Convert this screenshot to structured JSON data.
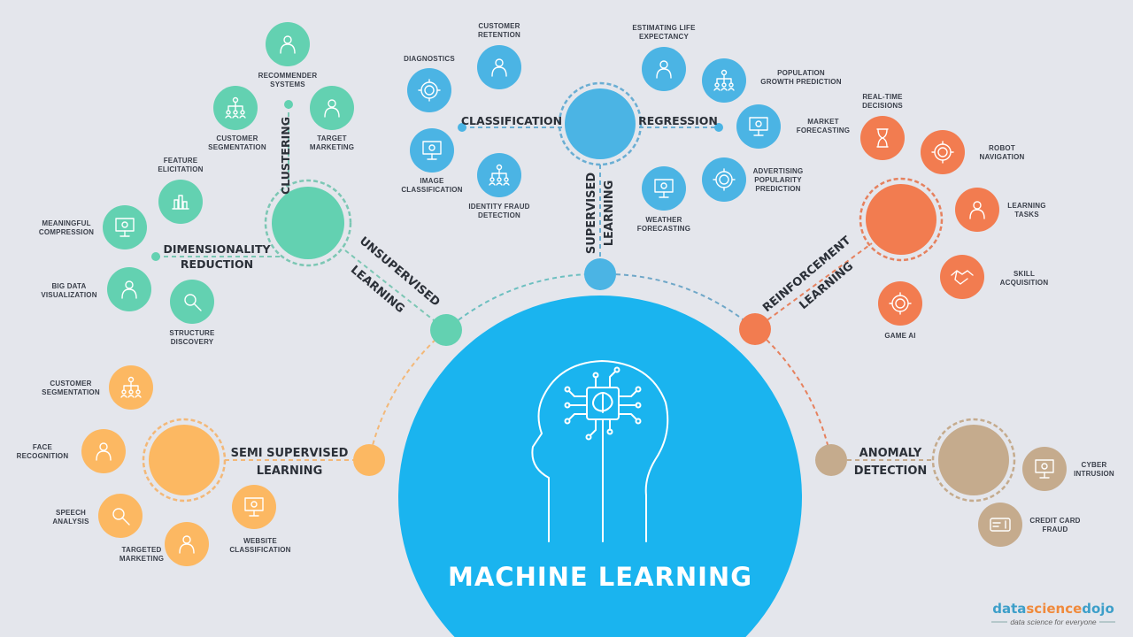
{
  "title": "MACHINE LEARNING",
  "colors": {
    "background": "#e4e6ec",
    "core": "#1ab4ef",
    "unsupervised": "#63d1b1",
    "supervised": "#4bb4e4",
    "reinforcement": "#f27c50",
    "semi": "#fcb862",
    "anomaly": "#c5ab8d",
    "text": "#2b3038"
  },
  "branches": {
    "unsupervised": {
      "title": [
        "UNSUPERVISED",
        "LEARNING"
      ],
      "subs": {
        "clustering": "CLUSTERING",
        "dimensionality": [
          "DIMENSIONALITY",
          "REDUCTION"
        ]
      },
      "leaves": [
        {
          "label": [
            "RECOMMENDER",
            "SYSTEMS"
          ],
          "icon": "thumbs-up-badge-icon"
        },
        {
          "label": [
            "CUSTOMER",
            "SEGMENTATION"
          ],
          "icon": "hierarchy-icon"
        },
        {
          "label": [
            "TARGET",
            "MARKETING"
          ],
          "icon": "target-person-icon"
        },
        {
          "label": [
            "FEATURE",
            "ELICITATION"
          ],
          "icon": "bar-chart-icon"
        },
        {
          "label": [
            "MEANINGFUL",
            "COMPRESSION"
          ],
          "icon": "compress-monitor-icon"
        },
        {
          "label": [
            "BIG DATA",
            "VISUALIZATION"
          ],
          "icon": "data-visualization-icon"
        },
        {
          "label": [
            "STRUCTURE",
            "DISCOVERY"
          ],
          "icon": "magnifier-grid-icon"
        }
      ]
    },
    "supervised": {
      "title": [
        "SUPERVISED",
        "LEARNING"
      ],
      "subs": {
        "classification": "CLASSIFICATION",
        "regression": "REGRESSION"
      },
      "leaves": [
        {
          "label": [
            "DIAGNOSTICS"
          ],
          "icon": "gear-cycle-icon"
        },
        {
          "label": [
            "CUSTOMER",
            "RETENTION"
          ],
          "icon": "hand-person-icon"
        },
        {
          "label": [
            "IMAGE",
            "CLASSIFICATION"
          ],
          "icon": "image-network-icon"
        },
        {
          "label": [
            "IDENTITY FRAUD",
            "DETECTION"
          ],
          "icon": "people-icon"
        },
        {
          "label": [
            "ESTIMATING LIFE",
            "EXPECTANCY"
          ],
          "icon": "person-pie-icon"
        },
        {
          "label": [
            "POPULATION",
            "GROWTH PREDICTION"
          ],
          "icon": "hierarchy-icon"
        },
        {
          "label": [
            "MARKET",
            "FORECASTING"
          ],
          "icon": "presentation-pie-icon"
        },
        {
          "label": [
            "ADVERTISING",
            "POPULARITY",
            "PREDICTION"
          ],
          "icon": "person-network-icon"
        },
        {
          "label": [
            "WEATHER",
            "FORECASTING"
          ],
          "icon": "presentation-cloud-icon"
        }
      ]
    },
    "reinforcement": {
      "title": [
        "REINFORCEMENT",
        "LEARNING"
      ],
      "leaves": [
        {
          "label": [
            "REAL-TIME",
            "DECISIONS"
          ],
          "icon": "hourglass-icon"
        },
        {
          "label": [
            "ROBOT",
            "NAVIGATION"
          ],
          "icon": "robot-icon"
        },
        {
          "label": [
            "LEARNING",
            "TASKS"
          ],
          "icon": "head-puzzle-icon"
        },
        {
          "label": [
            "SKILL",
            "ACQUISITION"
          ],
          "icon": "handshake-icon"
        },
        {
          "label": [
            "GAME AI"
          ],
          "icon": "network-node-icon"
        }
      ]
    },
    "semi": {
      "title": [
        "SEMI SUPERVISED",
        "LEARNING"
      ],
      "leaves": [
        {
          "label": [
            "CUSTOMER",
            "SEGMENTATION"
          ],
          "icon": "hierarchy-icon"
        },
        {
          "label": [
            "FACE",
            "RECOGNITION"
          ],
          "icon": "face-scan-icon"
        },
        {
          "label": [
            "SPEECH",
            "ANALYSIS"
          ],
          "icon": "magnifier-icon"
        },
        {
          "label": [
            "TARGETED",
            "MARKETING"
          ],
          "icon": "target-person-icon"
        },
        {
          "label": [
            "WEBSITE",
            "CLASSIFICATION"
          ],
          "icon": "laptop-icon"
        }
      ]
    },
    "anomaly": {
      "title": [
        "ANOMALY",
        "DETECTION"
      ],
      "leaves": [
        {
          "label": [
            "CYBER",
            "INTRUSION"
          ],
          "icon": "lock-monitor-icon"
        },
        {
          "label": [
            "CREDIT CARD",
            "FRAUD"
          ],
          "icon": "credit-card-icon"
        }
      ]
    }
  },
  "logo": {
    "name_part1": "data",
    "name_part2": "science",
    "name_part3": "dojo",
    "tagline": "data science for everyone"
  }
}
